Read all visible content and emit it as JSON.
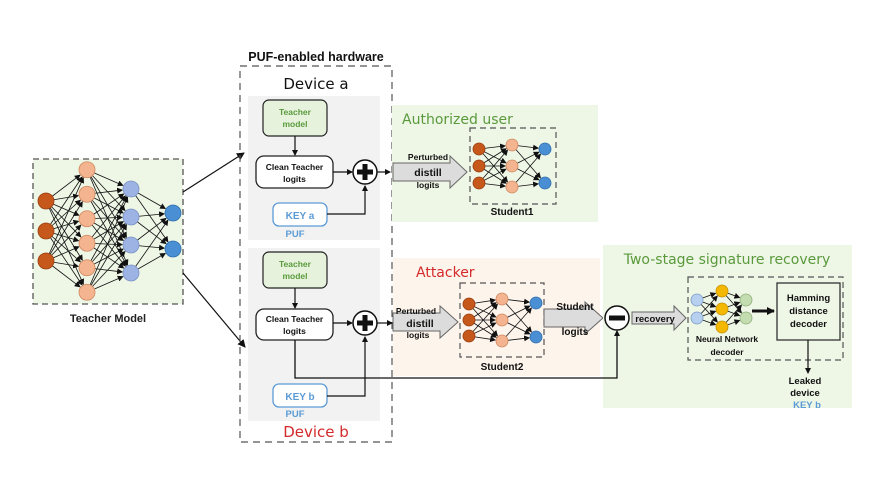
{
  "diagram": {
    "teacher_model": {
      "label": "Teacher Model",
      "layers": [
        3,
        6,
        4,
        2
      ],
      "colors": [
        "#c5581a",
        "#f3b48f",
        "#9db3e3",
        "#4a8fd4"
      ]
    },
    "puf_hardware": {
      "title": "PUF-enabled hardware",
      "device_a": {
        "title": "Device a",
        "teacher_model_label": [
          "Teacher",
          "model"
        ],
        "clean_logits_label": [
          "Clean Teacher",
          "logits"
        ],
        "key_label": "KEY a",
        "puf_label": "PUF"
      },
      "device_b": {
        "title": "Device b",
        "teacher_model_label": [
          "Teacher",
          "model"
        ],
        "clean_logits_label": [
          "Clean Teacher",
          "logits"
        ],
        "key_label": "KEY b",
        "puf_label": "PUF"
      }
    },
    "authorized_user": {
      "title": "Authorized user",
      "arrow_label": [
        "Perturbed",
        "distill",
        "logits"
      ],
      "student_label": "Student1"
    },
    "attacker": {
      "title": "Attacker",
      "arrow_label": [
        "Perturbed",
        "distill",
        "logits"
      ],
      "student_label": "Student2",
      "output_arrow_label": [
        "Student",
        "logits"
      ]
    },
    "recovery": {
      "title": "Two-stage signature recovery",
      "arrow_label": "recovery",
      "nn_decoder_label": [
        "Neural Network",
        "decoder"
      ],
      "hamming_label": [
        "Hamming",
        "distance",
        "decoder"
      ],
      "leaked_label": [
        "Leaked",
        "device"
      ],
      "leaked_key": "KEY b"
    },
    "colors": {
      "green_text": "#5a9a3c",
      "red_text": "#d42a2a",
      "blue_text": "#5b9bd5",
      "green_bg": "#eef6e6",
      "attacker_bg": "#fdf4ec",
      "gray_bg": "#f2f2f2",
      "dashed": "#555555"
    }
  }
}
